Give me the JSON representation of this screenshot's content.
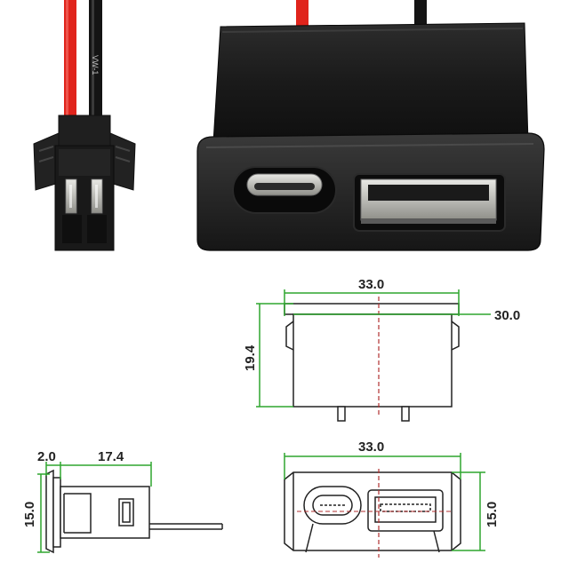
{
  "colors": {
    "housing": "#1b1b1b",
    "housing_edge": "#3a3a3a",
    "wire_red": "#e0241c",
    "wire_black": "#141414",
    "metal": "#c9c9c4",
    "dim_line": "#2fa62f",
    "outline": "#222222",
    "center_line": "#b03030"
  },
  "icons": [
    "sm-connector-icon",
    "usb-socket-photo"
  ],
  "connector_wire_label": "VW-1",
  "dimensions": {
    "top_width": "33.0",
    "top_inner_width": "30.0",
    "top_height": "19.4",
    "front_width": "33.0",
    "front_height": "15.0",
    "side_flange": "2.0",
    "side_depth": "17.4",
    "side_height": "15.0"
  }
}
